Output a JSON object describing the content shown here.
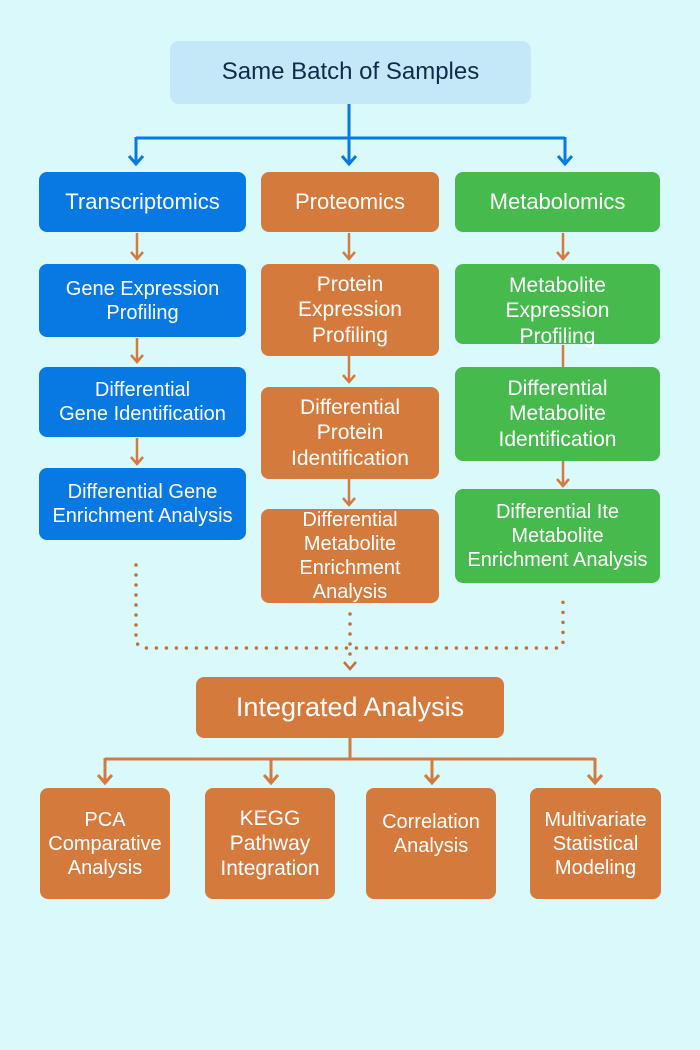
{
  "source": {
    "label": "Same Batch of Samples"
  },
  "columns": [
    {
      "name": "transcriptomics",
      "header": "Transcriptomics",
      "color": "#0879e2",
      "steps": [
        "Gene Expression\nProfiling",
        "Differential\nGene Identification",
        "Differential Gene\nEnrichment Analysis"
      ]
    },
    {
      "name": "proteomics",
      "header": "Proteomics",
      "color": "#d47a3c",
      "steps": [
        "Protein\nExpression\nProfiling",
        "Differential\nProtein\nIdentification",
        "Differential\nMetabolite\nEnrichment Analysis"
      ]
    },
    {
      "name": "metabolomics",
      "header": "Metabolomics",
      "color": "#47ba4d",
      "steps": [
        "Metabolite\nExpression\nProfiling",
        "Differential\nMetabolite\nIdentification",
        "Differential Ite\nMetabolite\nEnrichment Analysis"
      ]
    }
  ],
  "integration": {
    "label": "Integrated Analysis"
  },
  "outputs": [
    {
      "label": "PCA\nComparative\nAnalysis"
    },
    {
      "label": "KEGG\nPathway\nIntegration"
    },
    {
      "label": "Correlation\nAnalysis"
    },
    {
      "label": "Multivariate\nStatistical\nModeling"
    }
  ],
  "colors": {
    "background": "#d9f9fb",
    "blue_arrow": "#0879e2",
    "orange_arrow": "#d47a3c",
    "source_fill": "#c5e8f9",
    "source_text": "#0f2a4a"
  }
}
